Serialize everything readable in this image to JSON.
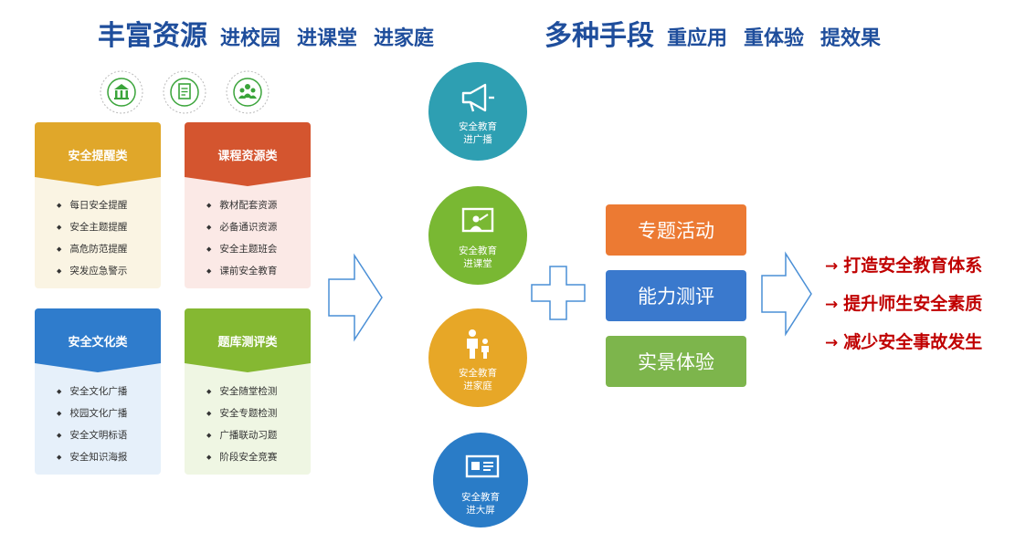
{
  "left_heading": {
    "main": "丰富资源",
    "subs": [
      "进校园",
      "进课堂",
      "进家庭"
    ]
  },
  "right_heading": {
    "main": "多种手段",
    "subs": [
      "重应用",
      "重体验",
      "提效果"
    ]
  },
  "badges": [
    {
      "icon": "bank-icon",
      "color": "#3aa43a"
    },
    {
      "icon": "document-icon",
      "color": "#3aa43a"
    },
    {
      "icon": "team-icon",
      "color": "#3aa43a"
    }
  ],
  "cards": [
    {
      "title": "安全提醒类",
      "color": "#e0a72a",
      "body": "#faf4e3",
      "items": [
        "每日安全提醒",
        "安全主题提醒",
        "高危防范提醒",
        "突发应急警示"
      ]
    },
    {
      "title": "课程资源类",
      "color": "#d4552f",
      "body": "#fbe9e6",
      "items": [
        "教材配套资源",
        "必备通识资源",
        "安全主题班会",
        "课前安全教育"
      ]
    },
    {
      "title": "安全文化类",
      "color": "#2f7ccc",
      "body": "#e6f0fa",
      "items": [
        "安全文化广播",
        "校园文化广播",
        "安全文明标语",
        "安全知识海报"
      ]
    },
    {
      "title": "题库测评类",
      "color": "#85b832",
      "body": "#eff6e3",
      "items": [
        "安全随堂检测",
        "安全专题检测",
        "广播联动习题",
        "阶段安全竞赛"
      ]
    }
  ],
  "channels": [
    {
      "line1": "安全教育",
      "line2": "进广播",
      "color": "#2e9fb2",
      "icon": "megaphone-icon"
    },
    {
      "line1": "安全教育",
      "line2": "进课堂",
      "color": "#79b833",
      "icon": "classroom-board-icon"
    },
    {
      "line1": "安全教育",
      "line2": "进家庭",
      "color": "#e7a727",
      "icon": "family-icon"
    },
    {
      "line1": "安全教育",
      "line2": "进大屏",
      "color": "#2a7cc7",
      "icon": "screen-icon"
    }
  ],
  "activities": [
    {
      "label": "专题活动",
      "color": "#ec7a33"
    },
    {
      "label": "能力测评",
      "color": "#3a79cd"
    },
    {
      "label": "实景体验",
      "color": "#7db54c"
    }
  ],
  "results": [
    {
      "arrow": "→",
      "text": "打造安全教育体系"
    },
    {
      "arrow": "→",
      "text": "提升师生安全素质"
    },
    {
      "arrow": "→",
      "text": "减少安全事故发生"
    }
  ]
}
